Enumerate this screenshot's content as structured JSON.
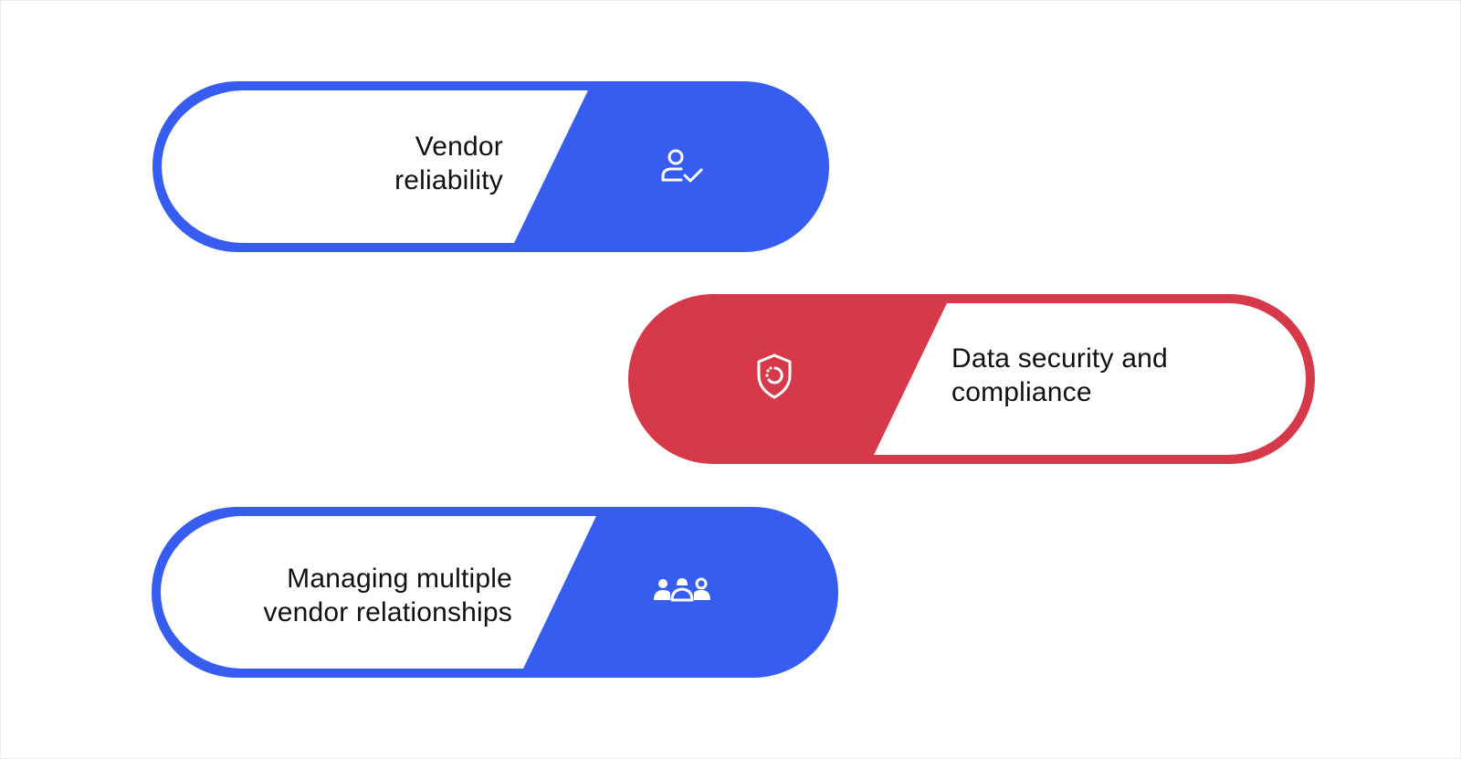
{
  "colors": {
    "blue": "#365DEF",
    "red": "#D5394A",
    "text": "#111111",
    "background": "#FFFFFF"
  },
  "cards": [
    {
      "id": "vendor-reliability",
      "lines": [
        "Vendor",
        "reliability"
      ],
      "icon": "user-check-icon",
      "color": "blue"
    },
    {
      "id": "data-security",
      "lines": [
        "Data security and",
        "compliance"
      ],
      "icon": "shield-icon",
      "color": "red"
    },
    {
      "id": "vendor-relationships",
      "lines": [
        "Managing multiple",
        "vendor relationships"
      ],
      "icon": "group-icon",
      "color": "blue"
    }
  ]
}
